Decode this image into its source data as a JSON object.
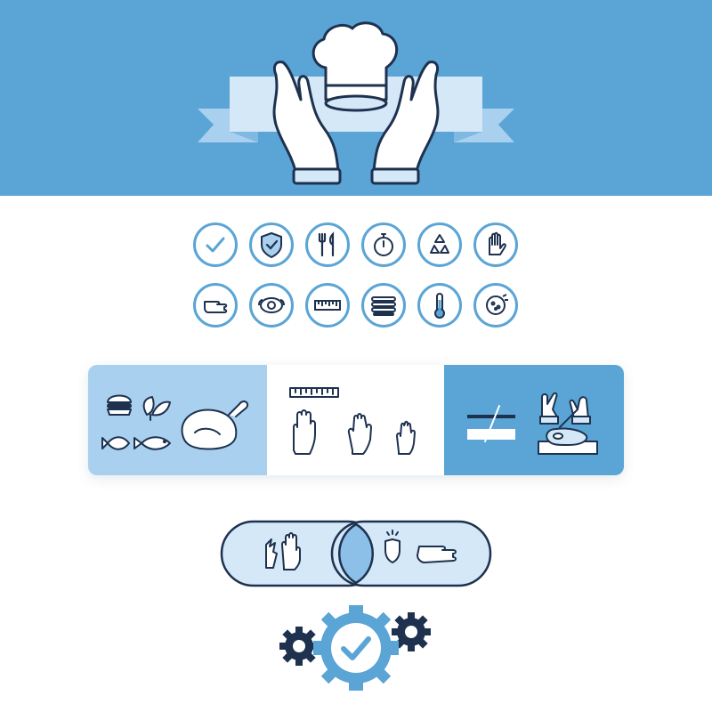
{
  "colors": {
    "primary_blue": "#5aa5d6",
    "light_blue": "#a9d0ee",
    "pale_blue": "#d4e8f8",
    "navy": "#1e3250",
    "white": "#ffffff"
  },
  "hero": {
    "icons": [
      "chef-hat-icon",
      "open-hands-icon",
      "banner-ribbon"
    ]
  },
  "icon_grid": {
    "row_1": [
      "checkmark-icon",
      "shield-check-icon",
      "fork-knife-icon",
      "stopwatch-icon",
      "recycle-icon",
      "glove-icon"
    ],
    "row_2": [
      "hand-wash-icon",
      "plates-icon",
      "ruler-icon",
      "stacked-plates-icon",
      "thermometer-icon",
      "sanitize-icon"
    ]
  },
  "panels": [
    {
      "name": "food-types-panel",
      "icons": [
        "burger-icon",
        "leaves-icon",
        "fish-icon",
        "roast-chicken-icon"
      ]
    },
    {
      "name": "glove-sizes-panel",
      "icons": [
        "ruler-icon",
        "glove-large-icon",
        "glove-medium-icon",
        "glove-small-icon"
      ]
    },
    {
      "name": "meat-handling-panel",
      "icons": [
        "not-equal-icon",
        "gloved-hands-icon",
        "meat-cutting-icon"
      ]
    }
  ],
  "venn": {
    "left_icons": [
      "torn-glove-icon",
      "glove-icon"
    ],
    "right_icons": [
      "shield-icon",
      "extended-hand-icon"
    ]
  },
  "gears": {
    "icons": [
      "small-gear-left-icon",
      "main-gear-check-icon",
      "small-gear-right-icon"
    ]
  }
}
